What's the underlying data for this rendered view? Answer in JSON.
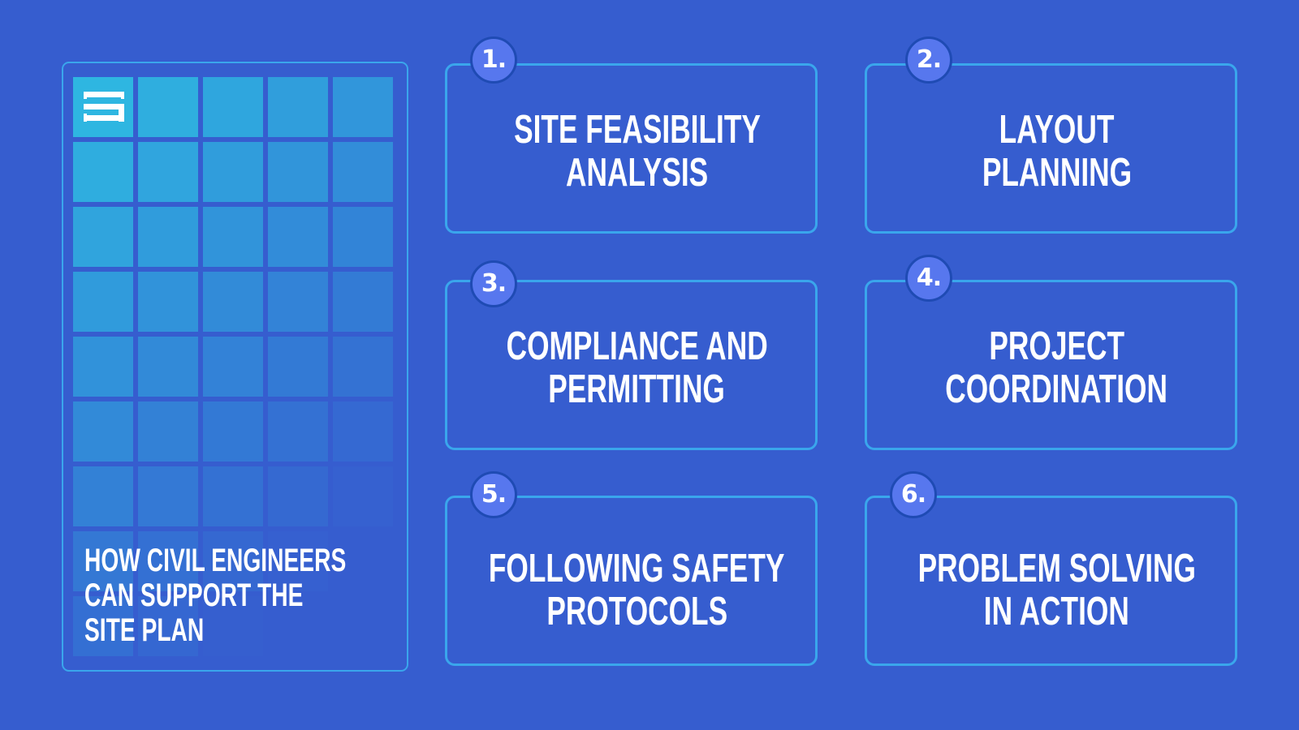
{
  "colors": {
    "background": "#365dcf",
    "card_border": "#3aa6ec",
    "badge_fill": "#5777ee",
    "badge_border": "#1f4bb4",
    "grid_start": "#2eb6e1",
    "grid_end": "#365dcf",
    "text": "#ffffff"
  },
  "panel": {
    "logo_icon": "stacked-bars-logo-icon",
    "title_lines": [
      "HOW CIVIL ENGINEERS",
      "CAN SUPPORT THE",
      "SITE PLAN"
    ],
    "grid": {
      "rows": 9,
      "cols": 5
    }
  },
  "cards": [
    {
      "number": "1.",
      "lines": [
        "SITE FEASIBILITY",
        "ANALYSIS"
      ]
    },
    {
      "number": "2.",
      "lines": [
        "LAYOUT",
        "PLANNING"
      ]
    },
    {
      "number": "3.",
      "lines": [
        "COMPLIANCE AND",
        "PERMITTING"
      ]
    },
    {
      "number": "4.",
      "lines": [
        "PROJECT",
        "COORDINATION"
      ]
    },
    {
      "number": "5.",
      "lines": [
        "FOLLOWING SAFETY",
        "PROTOCOLS"
      ]
    },
    {
      "number": "6.",
      "lines": [
        "PROBLEM SOLVING",
        "IN ACTION"
      ]
    }
  ]
}
